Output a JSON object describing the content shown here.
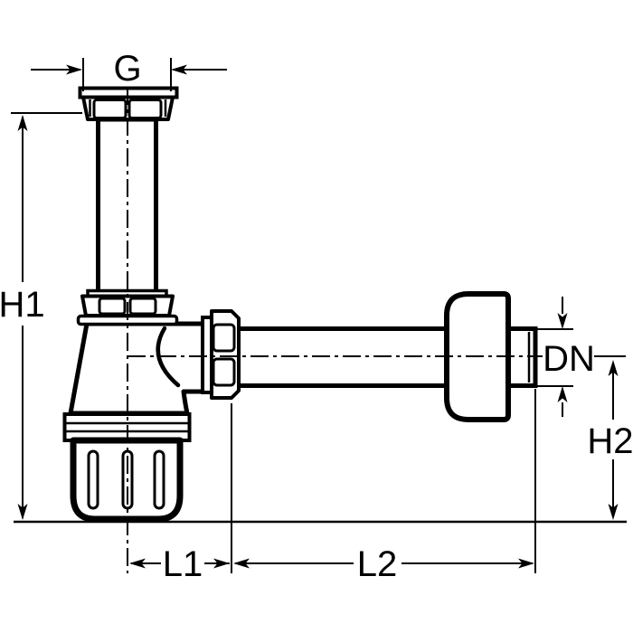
{
  "figure": {
    "labels": {
      "g": "G",
      "h1": "H1",
      "dn": "DN",
      "h2": "H2",
      "l1": "L1",
      "l2": "L2"
    },
    "colors": {
      "line": "#000000",
      "background": "#ffffff"
    }
  }
}
